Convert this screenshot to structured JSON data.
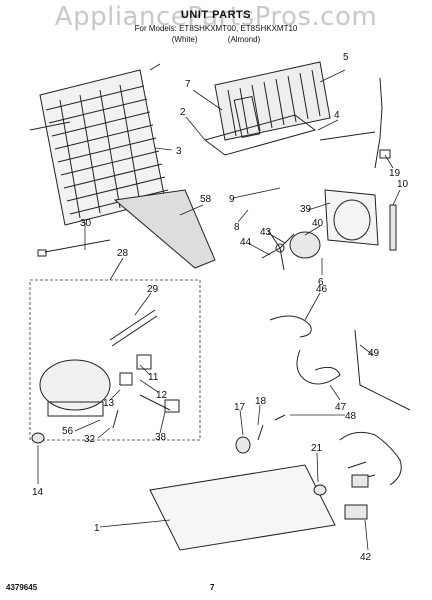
{
  "header": {
    "watermark": "AppliancePartsPros.com",
    "title": "UNIT PARTS",
    "models_line": "For Models: ET8SHKXMT00, ET8SHKXMT10",
    "color_white": "(White)",
    "color_almond": "(Almond)"
  },
  "footer": {
    "doc_number": "4379645",
    "page_number": "7"
  },
  "callouts": [
    {
      "id": "c7",
      "label": "7"
    },
    {
      "id": "c5",
      "label": "5"
    },
    {
      "id": "c2",
      "label": "2"
    },
    {
      "id": "c4",
      "label": "4"
    },
    {
      "id": "c3",
      "label": "3"
    },
    {
      "id": "c19",
      "label": "19"
    },
    {
      "id": "c10",
      "label": "10"
    },
    {
      "id": "c58",
      "label": "58"
    },
    {
      "id": "c9",
      "label": "9"
    },
    {
      "id": "c30",
      "label": "30"
    },
    {
      "id": "c8",
      "label": "8"
    },
    {
      "id": "c39",
      "label": "39"
    },
    {
      "id": "c40",
      "label": "40"
    },
    {
      "id": "c43",
      "label": "43"
    },
    {
      "id": "c44",
      "label": "44"
    },
    {
      "id": "c6",
      "label": "6"
    },
    {
      "id": "c28",
      "label": "28"
    },
    {
      "id": "c29",
      "label": "29"
    },
    {
      "id": "c46",
      "label": "46"
    },
    {
      "id": "c49",
      "label": "49"
    },
    {
      "id": "c12",
      "label": "12"
    },
    {
      "id": "c11",
      "label": "11"
    },
    {
      "id": "c13",
      "label": "13"
    },
    {
      "id": "c47",
      "label": "47"
    },
    {
      "id": "c56",
      "label": "56"
    },
    {
      "id": "c32",
      "label": "32"
    },
    {
      "id": "c38",
      "label": "38"
    },
    {
      "id": "c17",
      "label": "17"
    },
    {
      "id": "c18",
      "label": "18"
    },
    {
      "id": "c48",
      "label": "48"
    },
    {
      "id": "c21",
      "label": "21"
    },
    {
      "id": "c14",
      "label": "14"
    },
    {
      "id": "c1",
      "label": "1"
    },
    {
      "id": "c42",
      "label": "42"
    }
  ]
}
